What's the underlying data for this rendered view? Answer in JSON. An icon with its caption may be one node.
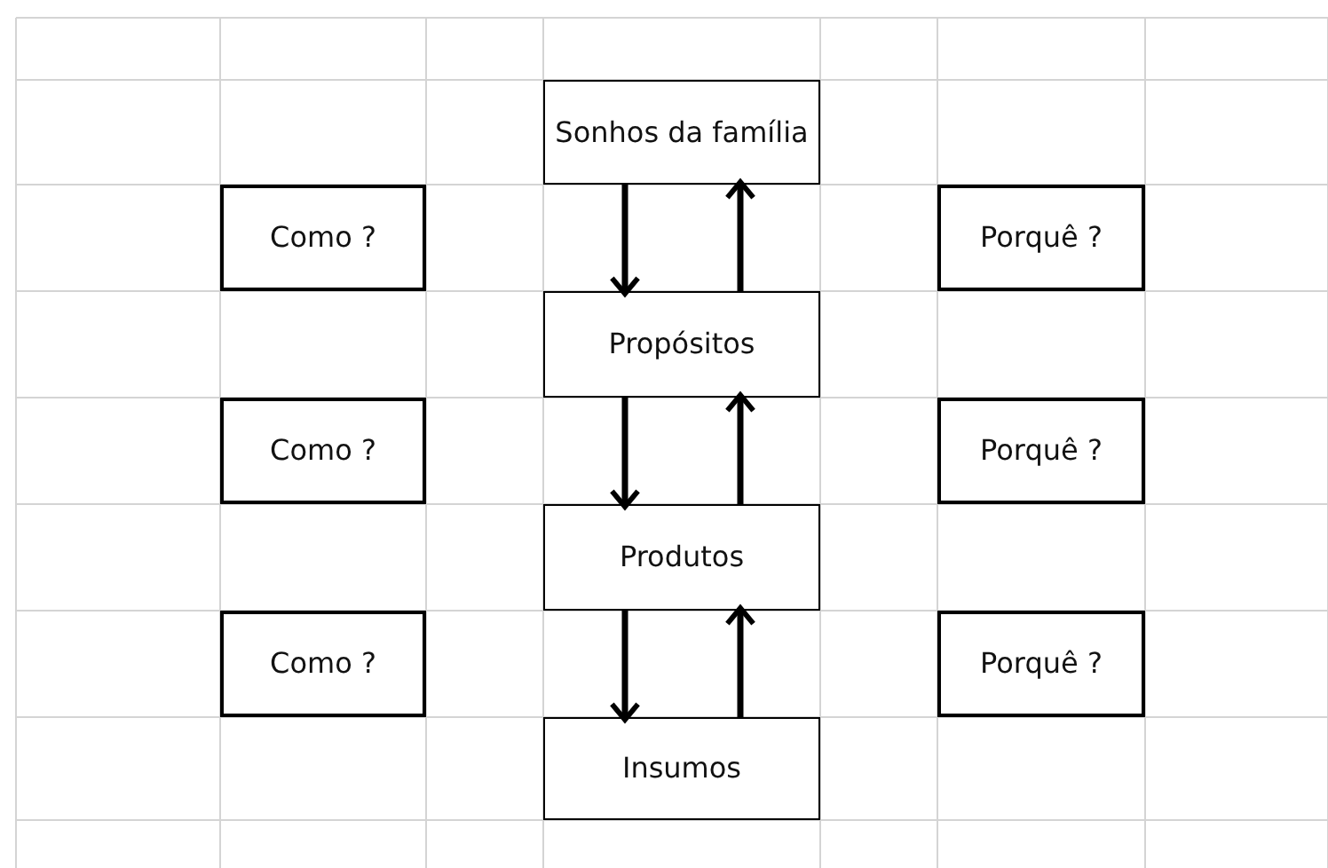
{
  "diagram": {
    "nodes": [
      {
        "text": [
          "Sonhos da família"
        ]
      },
      {
        "text": [
          "Como ?"
        ]
      },
      {
        "text": [
          "Porquê ?"
        ]
      },
      {
        "text": [
          "Propósitos"
        ]
      },
      {
        "text": [
          "Como ?"
        ]
      },
      {
        "text": [
          "Porquê ?"
        ]
      },
      {
        "text": [
          "Produtos"
        ]
      },
      {
        "text": [
          "Como ?"
        ]
      },
      {
        "text": [
          "Porquê ?"
        ]
      },
      {
        "text": [
          "Insumos"
        ]
      }
    ],
    "edges": [
      {
        "from": 0,
        "to": 3,
        "arrow": "to"
      },
      {
        "from": 3,
        "to": 0,
        "arrow": "to"
      },
      {
        "from": 3,
        "to": 6,
        "arrow": "to"
      },
      {
        "from": 6,
        "to": 3,
        "arrow": "to"
      },
      {
        "from": 6,
        "to": 9,
        "arrow": "to"
      },
      {
        "from": 9,
        "to": 6,
        "arrow": "to"
      }
    ]
  }
}
